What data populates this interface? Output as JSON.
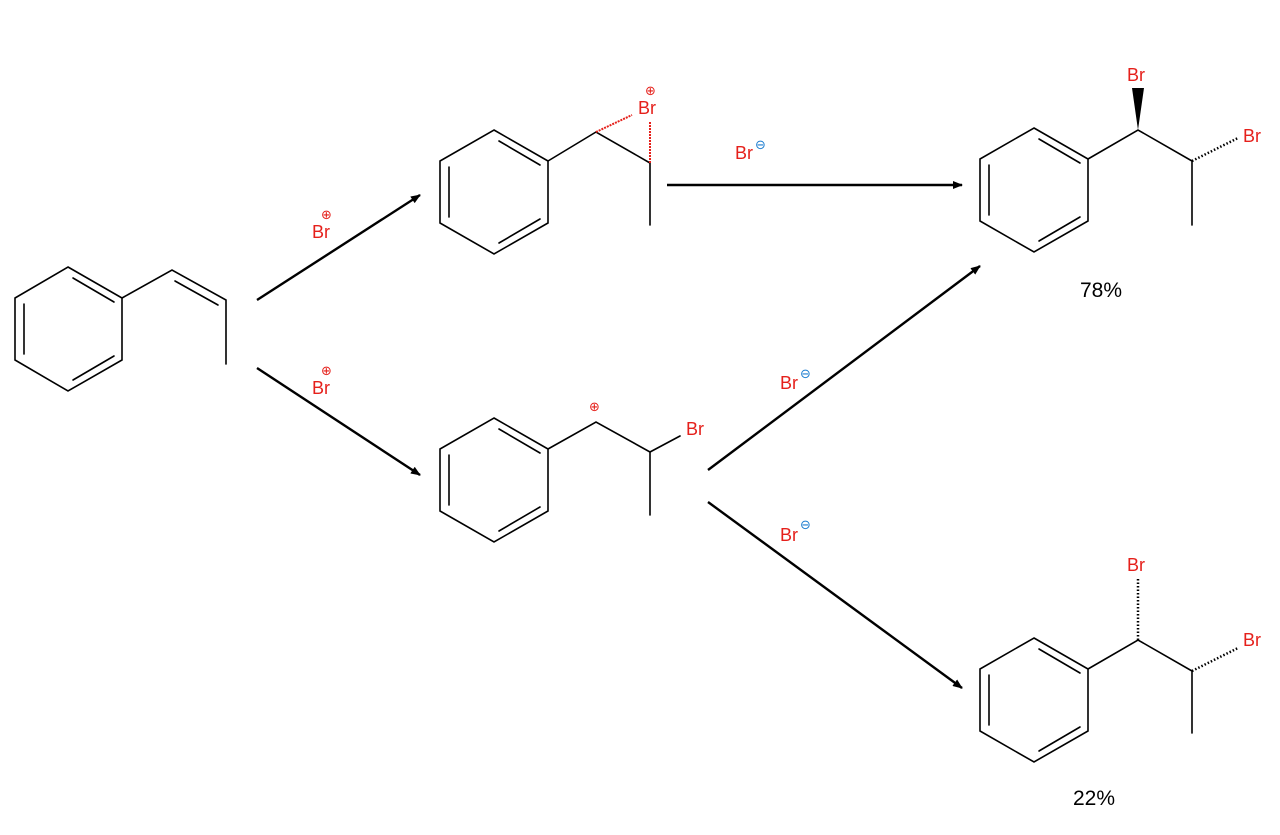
{
  "reagents": {
    "top_arrow": {
      "atom": "Br",
      "charge": "⊕"
    },
    "bottom_arrow": {
      "atom": "Br",
      "charge": "⊕"
    },
    "bromonium_to_product": {
      "atom": "Br",
      "charge": "⊖"
    },
    "cation_to_product1": {
      "atom": "Br",
      "charge": "⊖"
    },
    "cation_to_product2": {
      "atom": "Br",
      "charge": "⊖"
    }
  },
  "intermediates": {
    "bromonium": {
      "atom": "Br",
      "charge": "⊕"
    },
    "carbocation": {
      "charge": "⊕",
      "substituent": "Br"
    }
  },
  "products": [
    {
      "substituents": [
        "Br",
        "Br"
      ],
      "yield": "78%"
    },
    {
      "substituents": [
        "Br",
        "Br"
      ],
      "yield": "22%"
    }
  ],
  "colors": {
    "heteroatom": "#e5201b",
    "anion_charge": "#1f7fd1",
    "bond": "#000000"
  }
}
